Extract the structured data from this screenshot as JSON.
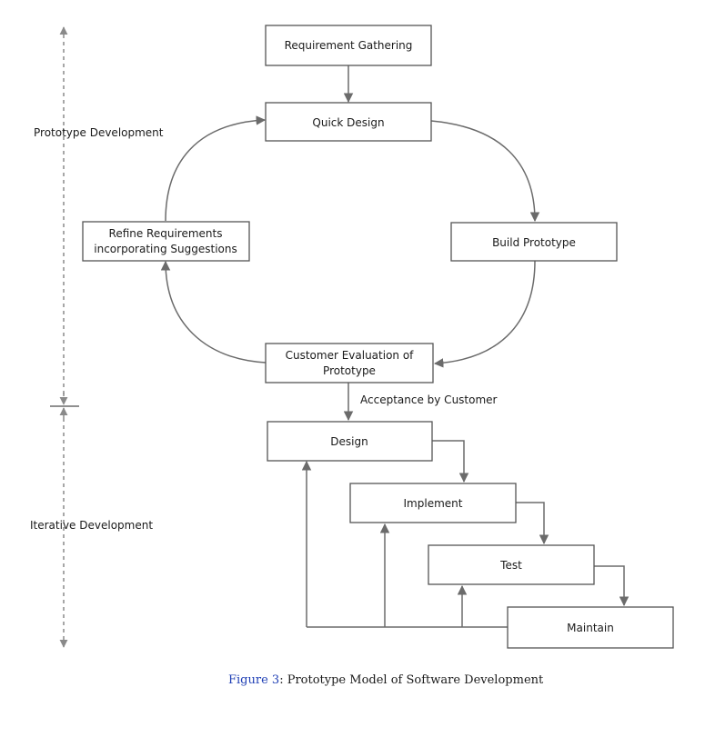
{
  "side_labels": {
    "prototype": "Prototype Development",
    "iterative": "Iterative Development"
  },
  "boxes": {
    "requirement_gathering": [
      "Requirement Gathering"
    ],
    "quick_design": [
      "Quick Design"
    ],
    "build_prototype": [
      "Build Prototype"
    ],
    "customer_evaluation": [
      "Customer Evaluation of",
      "Prototype"
    ],
    "refine_requirements": [
      "Refine Requirements",
      "incorporating Suggestions"
    ],
    "design": [
      "Design"
    ],
    "implement": [
      "Implement"
    ],
    "test": [
      "Test"
    ],
    "maintain": [
      "Maintain"
    ]
  },
  "flow_labels": {
    "acceptance": "Acceptance by Customer"
  },
  "caption": {
    "figure_number": "Figure 3",
    "text": ": Prototype Model of Software Development"
  },
  "colors": {
    "caption_number": "#1f3fb5",
    "line": "#6b6b6b"
  }
}
